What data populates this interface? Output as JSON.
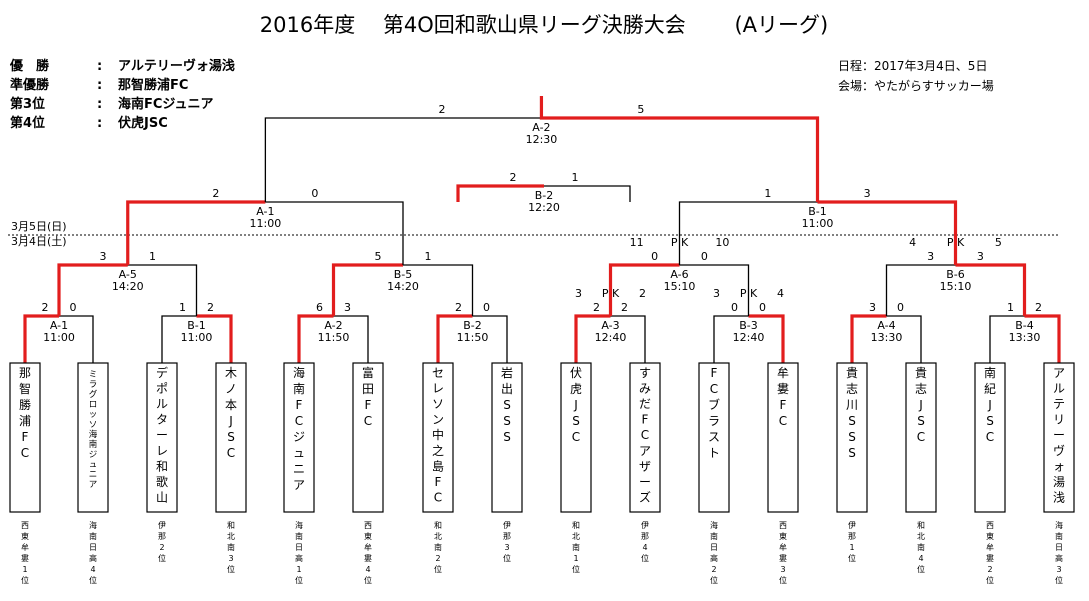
{
  "title": "2016年度　 第4O回和歌山県リーグ決勝大会　 　(Aリーグ)",
  "results": [
    {
      "label": "優　勝",
      "sep": ":",
      "team": "アルテリーヴォ湯浅"
    },
    {
      "label": "準優勝",
      "sep": ":",
      "team": "那智勝浦FC"
    },
    {
      "label": "第3位",
      "sep": ":",
      "team": "海南FCジュニア"
    },
    {
      "label": "第4位",
      "sep": ":",
      "team": "伏虎JSC"
    }
  ],
  "schedule": {
    "dates": "日程：2017年3月4日、5日",
    "venue": "会場：やたがらすサッカー場"
  },
  "day_labels": {
    "day2": "3月5日(日)",
    "day1": "3月4日(土)"
  },
  "teams": [
    {
      "name": "那智勝浦FC",
      "qual": "西東牟婁1位"
    },
    {
      "name": "ミラグロッソ海南ジュニア",
      "qual": "海南日高4位"
    },
    {
      "name": "デポルターレ和歌山",
      "qual": "伊那2位"
    },
    {
      "name": "木ノ本JSC",
      "qual": "和北南3位"
    },
    {
      "name": "海南FCジュニア",
      "qual": "海南日高1位"
    },
    {
      "name": "富田FC",
      "qual": "西東牟婁4位"
    },
    {
      "name": "セレソン中之島FC",
      "qual": "和北南2位"
    },
    {
      "name": "岩出SSS",
      "qual": "伊那3位"
    },
    {
      "name": "伏虎JSC",
      "qual": "和北南1位"
    },
    {
      "name": "すみだFCアザーズ",
      "qual": "伊那4位"
    },
    {
      "name": "FCブラスト",
      "qual": "海南日高2位"
    },
    {
      "name": "牟婁FC",
      "qual": "西東牟婁3位"
    },
    {
      "name": "貴志川SSS",
      "qual": "伊那1位"
    },
    {
      "name": "貴志JSC",
      "qual": "和北南4位"
    },
    {
      "name": "南紀JSC",
      "qual": "西東牟婁2位"
    },
    {
      "name": "アルテリーヴォ湯浅",
      "qual": "海南日高3位"
    }
  ],
  "matches": [
    {
      "id": "A-1",
      "time": "11:00",
      "s1": "2",
      "s2": "0",
      "winner": 0
    },
    {
      "id": "B-1",
      "time": "11:00",
      "s1": "1",
      "s2": "2",
      "winner": 1
    },
    {
      "id": "A-2",
      "time": "11:50",
      "s1": "6",
      "s2": "3",
      "winner": 0
    },
    {
      "id": "B-2",
      "time": "11:50",
      "s1": "2",
      "s2": "0",
      "winner": 0
    },
    {
      "id": "A-3",
      "time": "12:40",
      "s1": "2",
      "s2": "2",
      "pk1": "3",
      "pk2": "2",
      "winner": 0
    },
    {
      "id": "B-3",
      "time": "12:40",
      "s1": "0",
      "s2": "0",
      "pk1": "3",
      "pk2": "4",
      "winner": 1
    },
    {
      "id": "A-4",
      "time": "13:30",
      "s1": "3",
      "s2": "0",
      "winner": 0
    },
    {
      "id": "B-4",
      "time": "13:30",
      "s1": "1",
      "s2": "2",
      "winner": 1
    },
    {
      "id": "A-5",
      "time": "14:20",
      "s1": "3",
      "s2": "1",
      "winner": 0
    },
    {
      "id": "B-5",
      "time": "14:20",
      "s1": "5",
      "s2": "1",
      "winner": 0
    },
    {
      "id": "A-6",
      "time": "15:10",
      "s1": "0",
      "s2": "0",
      "pk1": "11",
      "pk2": "10",
      "winner": 0
    },
    {
      "id": "B-6",
      "time": "15:10",
      "s1": "3",
      "s2": "3",
      "pk1": "4",
      "pk2": "5",
      "winner": 1
    },
    {
      "id": "A-1",
      "time": "11:00",
      "s1": "2",
      "s2": "0",
      "winner": 0
    },
    {
      "id": "B-1",
      "time": "11:00",
      "s1": "1",
      "s2": "3",
      "winner": 1
    },
    {
      "id": "B-2",
      "time": "12:20",
      "s1": "2",
      "s2": "1",
      "winner": 0
    },
    {
      "id": "A-2",
      "time": "12:30",
      "s1": "2",
      "s2": "5",
      "winner": 1
    }
  ],
  "pk_label": "P K"
}
